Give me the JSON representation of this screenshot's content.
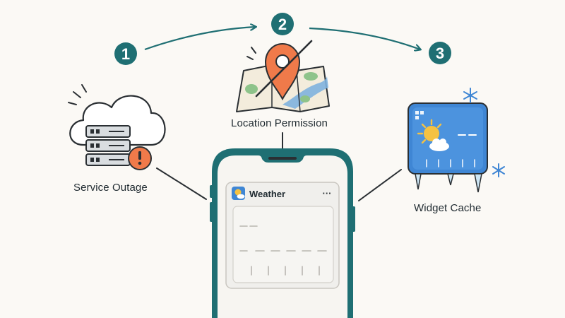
{
  "steps": [
    {
      "number": "1",
      "color": "#1f6f73"
    },
    {
      "number": "2",
      "color": "#1f6f73"
    },
    {
      "number": "3",
      "color": "#1f6f73"
    }
  ],
  "labels": {
    "service_outage": "Service Outage",
    "location_permission": "Location Permission",
    "widget_cache": "Widget Cache"
  },
  "phone": {
    "widget_title": "Weather",
    "widget_menu": "···",
    "frame_color": "#1f6f73"
  },
  "icons": {
    "server": "server-icon",
    "cloud": "cloud-icon",
    "alert": "alert-icon",
    "map": "map-icon",
    "pin": "location-pin-icon",
    "widget": "weather-widget-icon",
    "snowflake": "snowflake-icon"
  },
  "colors": {
    "accent_teal": "#1f6f73",
    "alert_orange": "#f07a4a",
    "widget_blue": "#3f86d4",
    "sun_yellow": "#f5c242"
  }
}
